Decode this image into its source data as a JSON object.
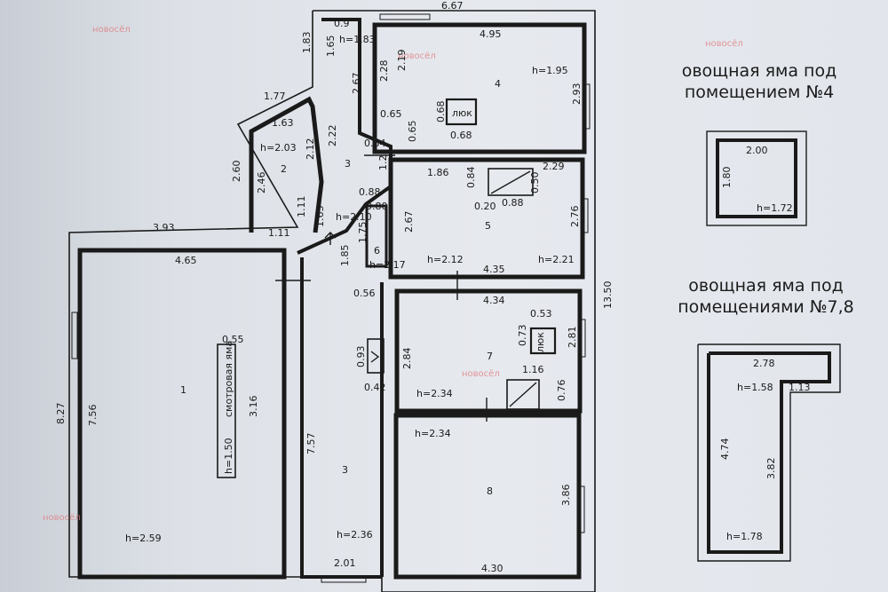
{
  "watermark": "новосёл",
  "captions": {
    "pit4": [
      "овощная яма под",
      "помещением №4"
    ],
    "pit78": [
      "овощная яма под",
      "помещениями №7,8"
    ]
  },
  "pit4": {
    "d_top": "2.00",
    "d_left": "1.80",
    "h": "h=1.72"
  },
  "pit78": {
    "d_top": "2.78",
    "h1": "h=1.58",
    "d_inner": "1.13",
    "d_left": "4.74",
    "d_inner_v": "3.82",
    "h2": "h=1.78"
  },
  "rooms": {
    "r1": "1",
    "r2": "2",
    "r3a": "3",
    "r3b": "3",
    "r4": "4",
    "r5": "5",
    "r6": "6",
    "r7": "7",
    "r8": "8"
  },
  "labels": {
    "inspection_pit": "смотровая яма",
    "hatch": "люк"
  },
  "dims": {
    "d667": "6.67",
    "d495": "4.95",
    "d09": "0.9",
    "dh183": "h=1.83",
    "d183": "1.83",
    "d165": "1.65",
    "d219": "2.19",
    "d228": "2.28",
    "h195": "h=1.95",
    "d293": "2.93",
    "d267a": "2.67",
    "d068a": "0.68",
    "d068b": "0.68",
    "d065a": "0.65",
    "d065b": "0.65",
    "d064": "0.64",
    "d177": "1.77",
    "d163": "1.63",
    "h203": "h=2.03",
    "d212": "2.12",
    "d222": "2.22",
    "d260": "2.60",
    "d246": "2.46",
    "d125": "1.25",
    "d186": "1.86",
    "d084": "0.84",
    "d229": "2.29",
    "d050": "0.50",
    "d020": "0.20",
    "d088a": "0.88",
    "d088b": "0.88",
    "d080": "0.80",
    "d111a": "1.11",
    "d163b": "1.63",
    "h210": "h=2.10",
    "d393": "3.93",
    "d111b": "1.11",
    "d175": "1.75",
    "d267b": "2.67",
    "d276": "2.76",
    "h212": "h=2.12",
    "h221": "h=2.21",
    "d435": "4.35",
    "d185": "1.85",
    "h217": "h=2.17",
    "d056": "0.56",
    "d465": "4.65",
    "d1350": "13.50",
    "d434": "4.34",
    "d053": "0.53",
    "d073": "0.73",
    "d281": "2.81",
    "d055": "0.55",
    "d093": "0.93",
    "d284": "2.84",
    "d116": "1.16",
    "d042": "0.42",
    "h234a": "h=2.34",
    "d076": "0.76",
    "d827": "8.27",
    "d756": "7.56",
    "d316": "3.16",
    "d757": "7.57",
    "h234b": "h=2.34",
    "h150": "h=1.50",
    "d386": "3.86",
    "h259": "h=2.59",
    "h236": "h=2.36",
    "d201": "2.01",
    "d430": "4.30"
  }
}
